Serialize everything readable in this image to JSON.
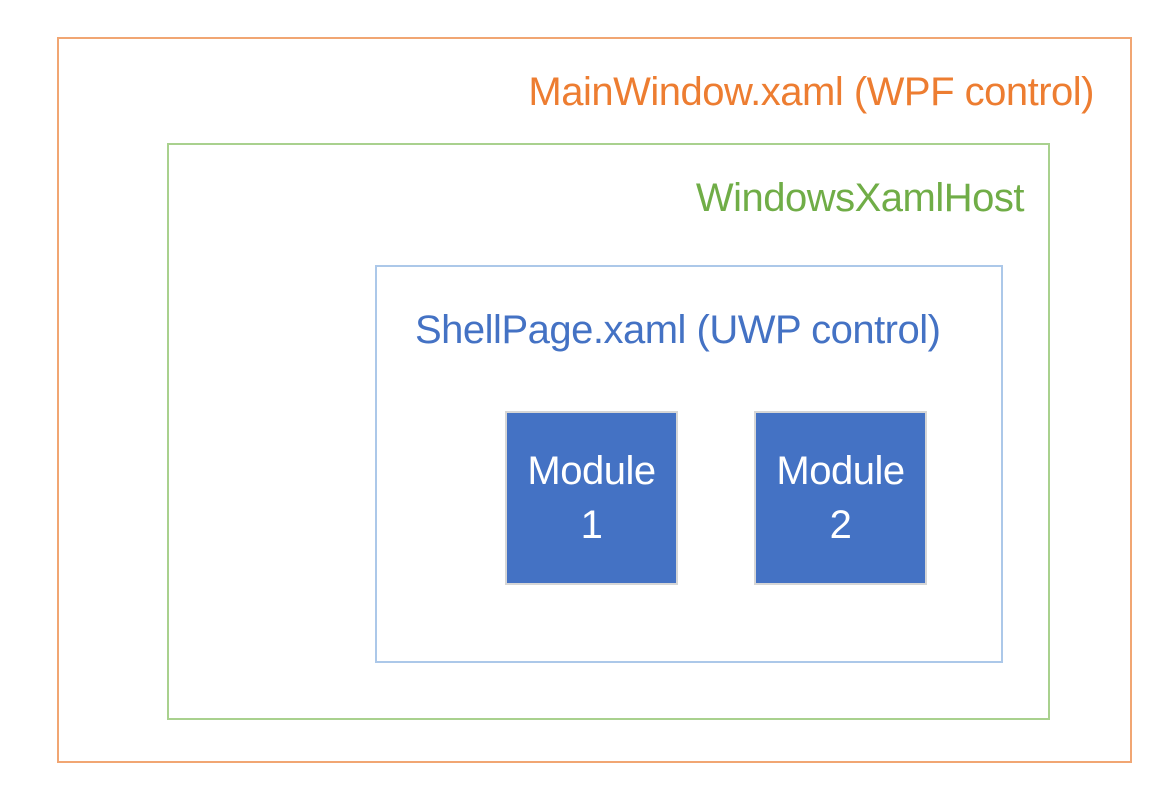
{
  "diagram": {
    "outer_box": {
      "label": "MainWindow.xaml (WPF control)"
    },
    "host_box": {
      "label": "WindowsXamlHost"
    },
    "shell_box": {
      "label": "ShellPage.xaml (UWP control)"
    },
    "modules": [
      {
        "line1": "Module",
        "line2": "1"
      },
      {
        "line1": "Module",
        "line2": "2"
      }
    ]
  },
  "colors": {
    "orange_text": "#ED7D31",
    "orange_border": "#F1A673",
    "green_text": "#70AD47",
    "green_border": "#A9D18E",
    "blue_text": "#4472C4",
    "blue_border": "#ACC8E9",
    "module_fill": "#4472C4",
    "module_border": "#D6D6D6",
    "module_text": "#FFFFFF"
  }
}
